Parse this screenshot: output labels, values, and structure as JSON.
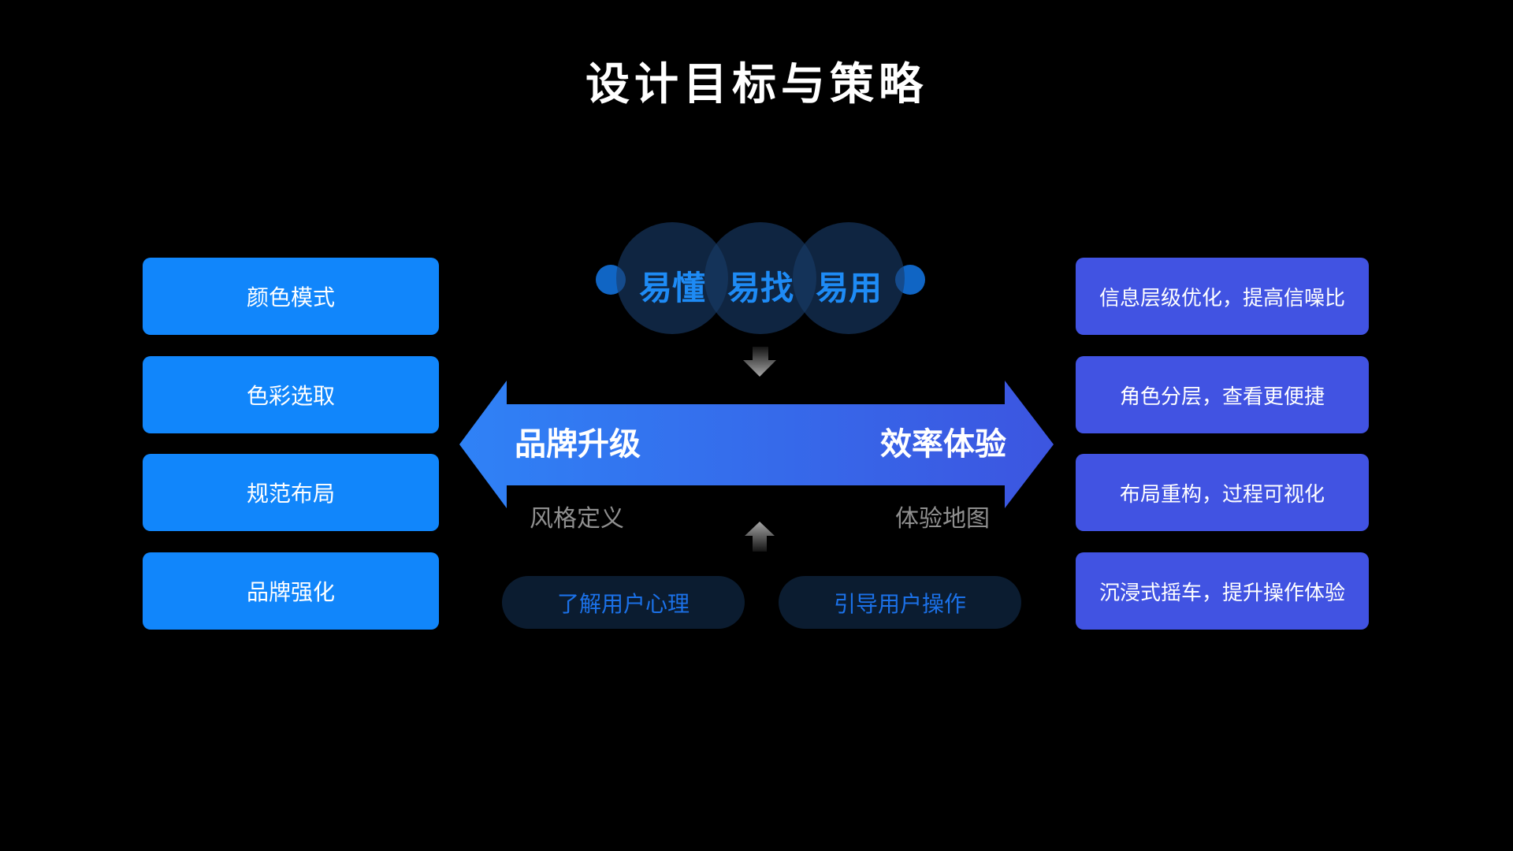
{
  "title": "设计目标与策略",
  "left_column": {
    "items": [
      {
        "label": "颜色模式"
      },
      {
        "label": "色彩选取"
      },
      {
        "label": "规范布局"
      },
      {
        "label": "品牌强化"
      }
    ]
  },
  "right_column": {
    "items": [
      {
        "label": "信息层级优化，提高信噪比"
      },
      {
        "label": "角色分层，查看更便捷"
      },
      {
        "label": "布局重构，过程可视化"
      },
      {
        "label": "沉浸式摇车，提升操作体验"
      }
    ]
  },
  "goal_circles": {
    "items": [
      {
        "label": "易懂"
      },
      {
        "label": "易找"
      },
      {
        "label": "易用"
      }
    ]
  },
  "arrow_bar": {
    "left_label": "品牌升级",
    "right_label": "效率体验",
    "left_sublabel": "风格定义",
    "right_sublabel": "体验地图"
  },
  "pills": {
    "items": [
      {
        "label": "了解用户心理"
      },
      {
        "label": "引导用户操作"
      }
    ]
  },
  "icons": {
    "down_arrow": "down-arrow-icon",
    "up_arrow": "up-arrow-icon"
  },
  "colors": {
    "background": "#000000",
    "left_box_blue": "#1186fb",
    "right_box_indigo": "#4153e2",
    "bar_gradient_start": "#2f82f6",
    "bar_gradient_end": "#3c55e0",
    "circle_fill": "rgba(25,60,105,0.62)",
    "circle_text_blue": "#1e8bf5",
    "dot_blue": "#1065c4",
    "pill_background": "#0b1c30",
    "pill_text_blue": "#1b71e8",
    "sublabel_gray": "#8f8f8f",
    "title_white": "#ffffff"
  }
}
